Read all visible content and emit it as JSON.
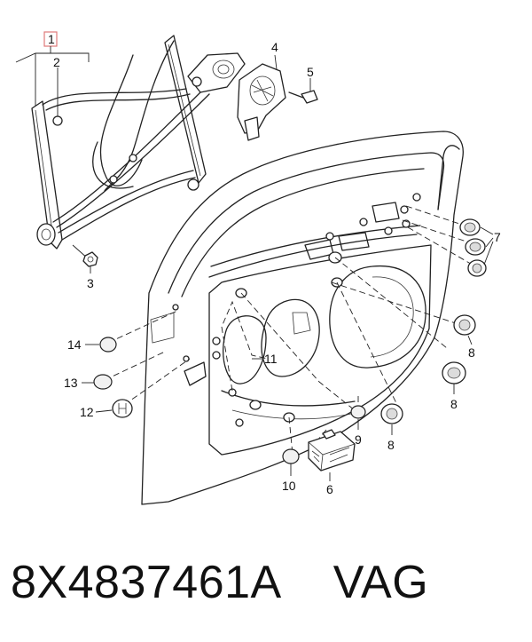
{
  "callouts": {
    "c1": "1",
    "c2": "2",
    "c3": "3",
    "c4": "4",
    "c5": "5",
    "c6": "6",
    "c7": "7",
    "c8a": "8",
    "c8b": "8",
    "c8c": "8",
    "c9": "9",
    "c10": "10",
    "c11": "11",
    "c12": "12",
    "c13": "13",
    "c14": "14"
  },
  "caption": {
    "part_number": "8X4837461A",
    "brand": "VAG"
  },
  "colors": {
    "line": "#222222",
    "highlight_box": "#e07a7a"
  }
}
